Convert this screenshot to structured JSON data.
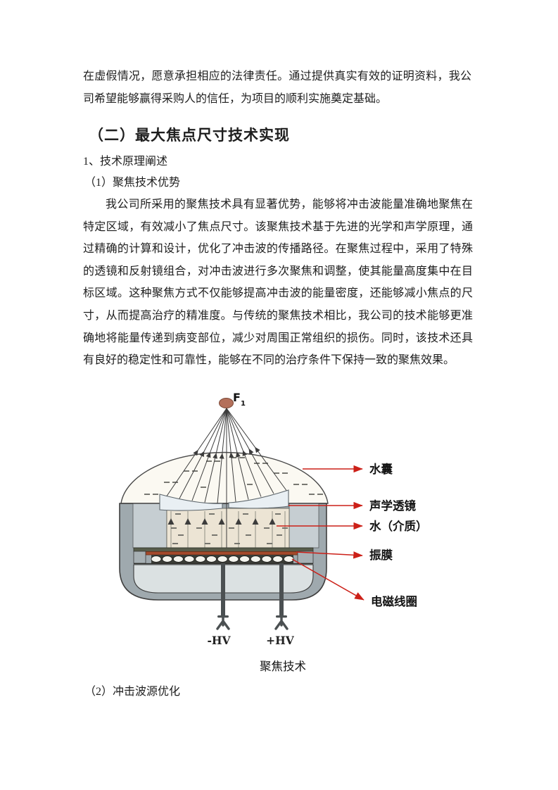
{
  "document": {
    "intro_lines": [
      "在虚假情况，愿意承担相应的法律责任。通过提供真实有效的证明资料，我公",
      "司希望能够赢得采购人的信任，为项目的顺利实施奠定基础。"
    ],
    "section_heading": "（二）最大焦点尺寸技术实现",
    "sub_heading_1": "1、技术原理阐述",
    "sub_heading_2": "（1）聚焦技术优势",
    "body_lines": [
      "我公司所采用的聚焦技术具有显著优势，能够将冲击波能量准确地聚焦在",
      "特定区域，有效减小了焦点尺寸。该聚焦技术基于先进的光学和声学原理，通",
      "过精确的计算和设计，优化了冲击波的传播路径。在聚焦过程中，采用了特殊",
      "的透镜和反射镜组合，对冲击波进行多次聚焦和调整，使其能量高度集中在目",
      "标区域。这种聚焦方式不仅能够提高冲击波的能量密度，还能够减小焦点的尺",
      "寸，从而提高治疗的精准度。与传统的聚焦技术相比，我公司的技术能够更准",
      "确地将能量传递到病变部位，减少对周围正常组织的损伤。同时，该技术还具",
      "有良好的稳定性和可靠性，能够在不同的治疗条件下保持一致的聚焦效果。"
    ],
    "sub_heading_3": "（2）冲击波源优化"
  },
  "figure": {
    "focus_label": {
      "main": "F",
      "sub": "1"
    },
    "callouts": [
      {
        "label": "水囊"
      },
      {
        "label": "声学透镜"
      },
      {
        "label": "水（介质）"
      },
      {
        "label": "振膜"
      },
      {
        "label": "电磁线圈"
      }
    ],
    "electrode_neg": "-HV",
    "electrode_pos": "+HV",
    "caption": "聚焦技术",
    "colors": {
      "callout_red": "#cc2018",
      "casing_gray": "#9fa9ae",
      "casing_inner_gray": "#c6ced2",
      "water_cream": "#ece4d4",
      "membrane_rust": "#a44a2c",
      "coil_dark": "#3b3d37",
      "interior_blue": "#dbe1e2",
      "focus_dot": "#b4705b",
      "lens_fill": "#e9eff3"
    }
  }
}
